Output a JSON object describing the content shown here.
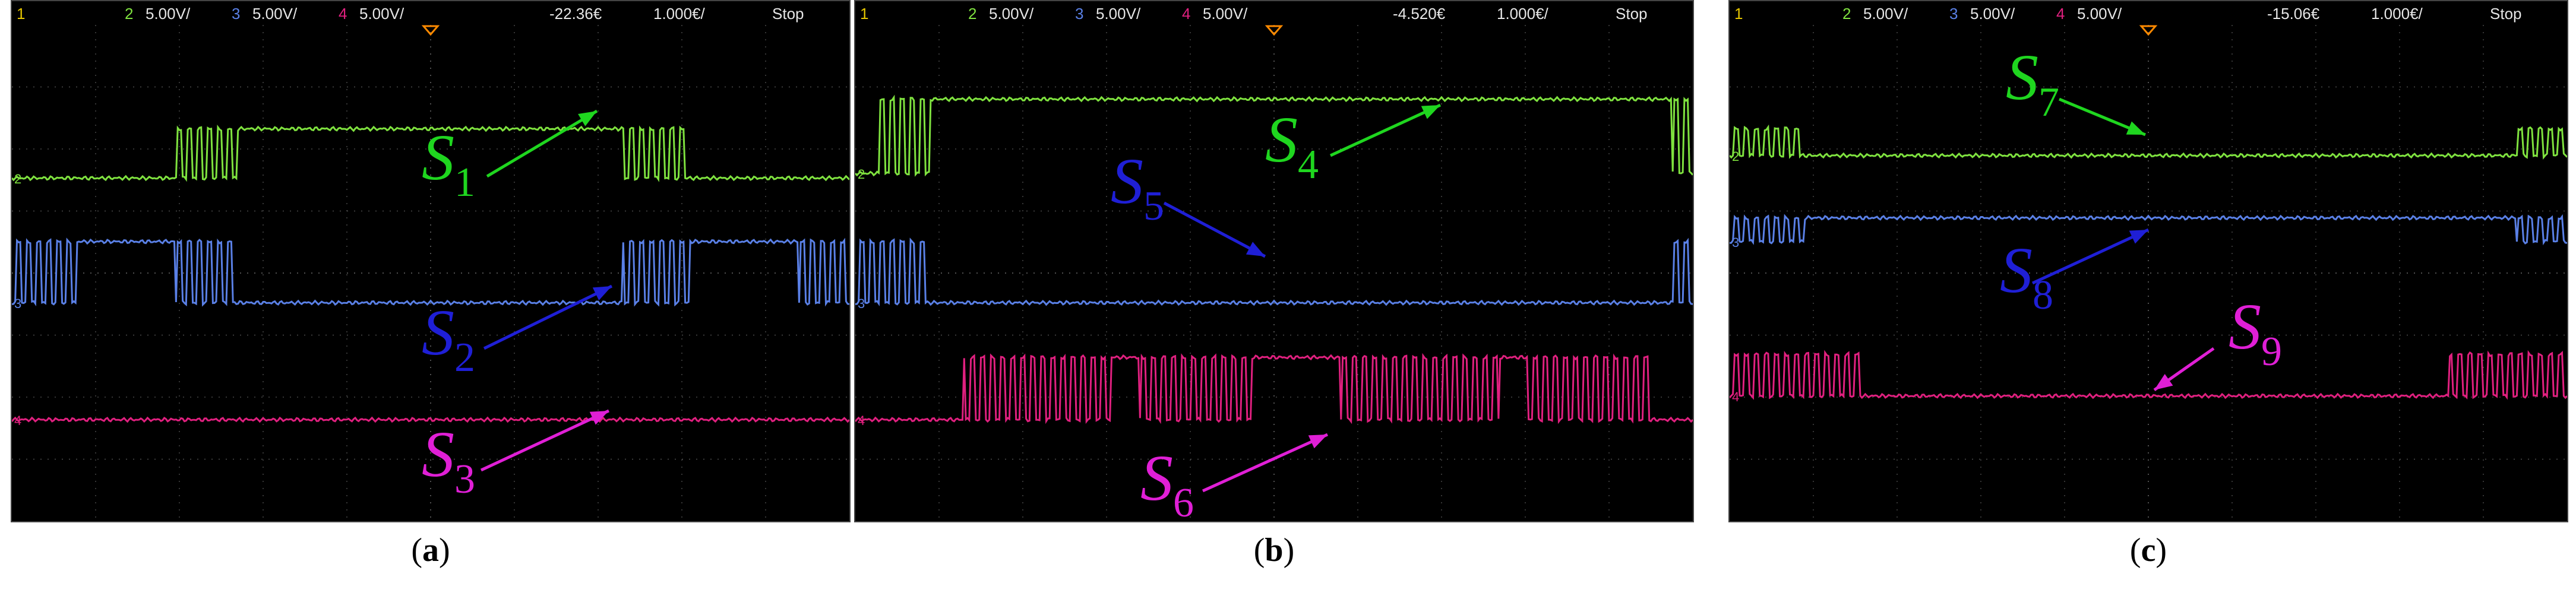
{
  "colors": {
    "ch1": "#e6c600",
    "ch2": "#7fe23f",
    "ch3": "#5a80e6",
    "ch4": "#e0207f",
    "label_s_green": "#1fd61f",
    "label_s_blue": "#1f1fd6",
    "label_s_magenta": "#e01fd6",
    "trigger": "#ff8a00",
    "grid": "#6a6a6a"
  },
  "panels": [
    {
      "caption": "a",
      "status": {
        "ch1": "1",
        "ch2_num": "2",
        "ch2_scale": "5.00V/",
        "ch3_num": "3",
        "ch3_scale": "5.00V/",
        "ch4_num": "4",
        "ch4_scale": "5.00V/",
        "offset": "-22.36€",
        "timebase": "1.000€/",
        "run": "Stop"
      },
      "labels": [
        {
          "base": "S",
          "sub": "1",
          "color": "label_s_green"
        },
        {
          "base": "S",
          "sub": "2",
          "color": "label_s_blue"
        },
        {
          "base": "S",
          "sub": "3",
          "color": "label_s_magenta"
        }
      ],
      "chart_data": {
        "type": "line",
        "x_divisions": 10,
        "y_divisions": 8,
        "series": [
          {
            "channel": "2",
            "high_segments": [
              [
                0.27,
                0.73
              ]
            ],
            "burst_segments": [
              [
                0.195,
                0.27
              ],
              [
                0.73,
                0.81
              ]
            ],
            "resting": "low"
          },
          {
            "channel": "3",
            "high_segments": [
              [
                0.0,
                0.195
              ],
              [
                0.73,
                1.0
              ]
            ],
            "burst_segments": [
              [
                0.0,
                0.08
              ],
              [
                0.195,
                0.27
              ],
              [
                0.73,
                0.81
              ],
              [
                0.94,
                1.0
              ]
            ],
            "resting": "low"
          },
          {
            "channel": "4",
            "high_segments": [],
            "burst_segments": [],
            "resting": "low"
          }
        ]
      }
    },
    {
      "caption": "b",
      "status": {
        "ch1": "1",
        "ch2_num": "2",
        "ch2_scale": "5.00V/",
        "ch3_num": "3",
        "ch3_scale": "5.00V/",
        "ch4_num": "4",
        "ch4_scale": "5.00V/",
        "offset": "-4.520€",
        "timebase": "1.000€/",
        "run": "Stop"
      },
      "labels": [
        {
          "base": "S",
          "sub": "4",
          "color": "label_s_green"
        },
        {
          "base": "S",
          "sub": "5",
          "color": "label_s_blue"
        },
        {
          "base": "S",
          "sub": "6",
          "color": "label_s_magenta"
        }
      ],
      "chart_data": {
        "type": "line",
        "x_divisions": 10,
        "y_divisions": 8,
        "series": [
          {
            "channel": "2",
            "high_segments": [
              [
                0.09,
                0.99
              ]
            ],
            "burst_segments": [
              [
                0.03,
                0.09
              ],
              [
                0.975,
                1.0
              ]
            ],
            "resting": "low"
          },
          {
            "channel": "3",
            "high_segments": [
              [
                0.0,
                0.09
              ]
            ],
            "burst_segments": [
              [
                0.0,
                0.09
              ],
              [
                0.975,
                1.0
              ]
            ],
            "resting": "low"
          },
          {
            "channel": "4",
            "high_segments": [
              [
                0.13,
                0.95
              ]
            ],
            "burst_segments": [
              [
                0.13,
                0.31
              ],
              [
                0.34,
                0.48
              ],
              [
                0.58,
                0.77
              ],
              [
                0.8,
                0.95
              ]
            ],
            "resting": "low"
          }
        ]
      }
    },
    {
      "caption": "c",
      "status": {
        "ch1": "1",
        "ch2_num": "2",
        "ch2_scale": "5.00V/",
        "ch3_num": "3",
        "ch3_scale": "5.00V/",
        "ch4_num": "4",
        "ch4_scale": "5.00V/",
        "offset": "-15.06€",
        "timebase": "1.000€/",
        "run": "Stop"
      },
      "labels": [
        {
          "base": "S",
          "sub": "7",
          "color": "label_s_green"
        },
        {
          "base": "S",
          "sub": "8",
          "color": "label_s_blue"
        },
        {
          "base": "S",
          "sub": "9",
          "color": "label_s_magenta"
        }
      ],
      "chart_data": {
        "type": "line",
        "x_divisions": 10,
        "y_divisions": 8,
        "series": [
          {
            "channel": "2",
            "high_segments": [
              [
                0.0,
                0.09
              ],
              [
                0.94,
                1.0
              ]
            ],
            "burst_segments": [
              [
                0.0,
                0.09
              ],
              [
                0.94,
                1.0
              ]
            ],
            "resting": "low"
          },
          {
            "channel": "3",
            "high_segments": [
              [
                0.09,
                0.94
              ]
            ],
            "burst_segments": [
              [
                0.0,
                0.09
              ],
              [
                0.94,
                1.0
              ]
            ],
            "resting": "low"
          },
          {
            "channel": "4",
            "high_segments": [
              [
                0.0,
                0.16
              ],
              [
                0.86,
                1.0
              ]
            ],
            "burst_segments": [
              [
                0.0,
                0.16
              ],
              [
                0.86,
                1.0
              ]
            ],
            "resting": "low"
          }
        ]
      }
    }
  ]
}
